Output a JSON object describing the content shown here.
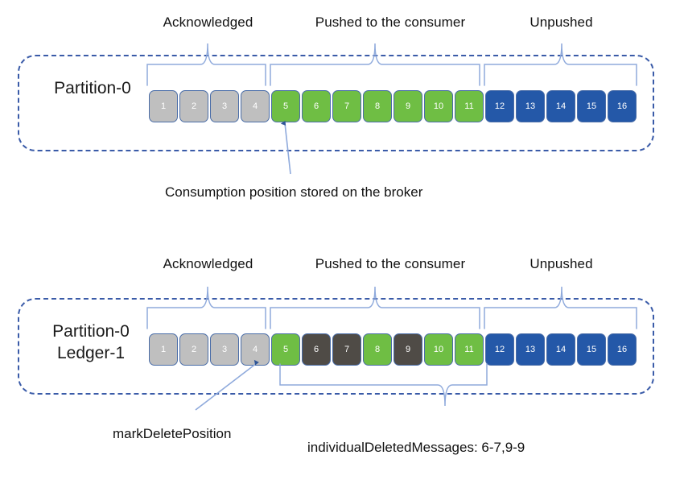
{
  "diagram": {
    "title_semantic": "pulsar-partition-consumption-diagram",
    "colors": {
      "acknowledged": "#BFBFBF",
      "pushed": "#6FBE44",
      "unpushed": "#2458A8",
      "individually_deleted": "#4F4B46",
      "panel_border": "#3A5BA8",
      "brace": "#8FAADC",
      "arrow": "#4472C4",
      "box_border": "#4A6DA8",
      "text": "#111111"
    },
    "segments": [
      {
        "label": "Acknowledged"
      },
      {
        "label": "Pushed to the consumer"
      },
      {
        "label": "Unpushed"
      }
    ]
  },
  "top_section": {
    "panel_label": "Partition-0",
    "segments": [
      {
        "label": "Acknowledged"
      },
      {
        "label": "Pushed to the consumer"
      },
      {
        "label": "Unpushed"
      }
    ],
    "messages": [
      {
        "id": "1",
        "state": "acknowledged"
      },
      {
        "id": "2",
        "state": "acknowledged"
      },
      {
        "id": "3",
        "state": "acknowledged"
      },
      {
        "id": "4",
        "state": "acknowledged"
      },
      {
        "id": "5",
        "state": "pushed"
      },
      {
        "id": "6",
        "state": "pushed"
      },
      {
        "id": "7",
        "state": "pushed"
      },
      {
        "id": "8",
        "state": "pushed"
      },
      {
        "id": "9",
        "state": "pushed"
      },
      {
        "id": "10",
        "state": "pushed"
      },
      {
        "id": "11",
        "state": "pushed"
      },
      {
        "id": "12",
        "state": "unpushed"
      },
      {
        "id": "13",
        "state": "unpushed"
      },
      {
        "id": "14",
        "state": "unpushed"
      },
      {
        "id": "15",
        "state": "unpushed"
      },
      {
        "id": "16",
        "state": "unpushed"
      }
    ],
    "callout": "Consumption position stored on the broker"
  },
  "bottom_section": {
    "panel_label_line1": "Partition-0",
    "panel_label_line2": "Ledger-1",
    "segments": [
      {
        "label": "Acknowledged"
      },
      {
        "label": "Pushed to the consumer"
      },
      {
        "label": "Unpushed"
      }
    ],
    "messages": [
      {
        "id": "1",
        "state": "acknowledged"
      },
      {
        "id": "2",
        "state": "acknowledged"
      },
      {
        "id": "3",
        "state": "acknowledged"
      },
      {
        "id": "4",
        "state": "acknowledged"
      },
      {
        "id": "5",
        "state": "pushed"
      },
      {
        "id": "6",
        "state": "individually_deleted"
      },
      {
        "id": "7",
        "state": "individually_deleted"
      },
      {
        "id": "8",
        "state": "pushed"
      },
      {
        "id": "9",
        "state": "individually_deleted"
      },
      {
        "id": "10",
        "state": "pushed"
      },
      {
        "id": "11",
        "state": "pushed"
      },
      {
        "id": "12",
        "state": "unpushed"
      },
      {
        "id": "13",
        "state": "unpushed"
      },
      {
        "id": "14",
        "state": "unpushed"
      },
      {
        "id": "15",
        "state": "unpushed"
      },
      {
        "id": "16",
        "state": "unpushed"
      }
    ],
    "callout_left": "markDeletePosition",
    "callout_right": "individualDeletedMessages: 6-7,9-9"
  }
}
